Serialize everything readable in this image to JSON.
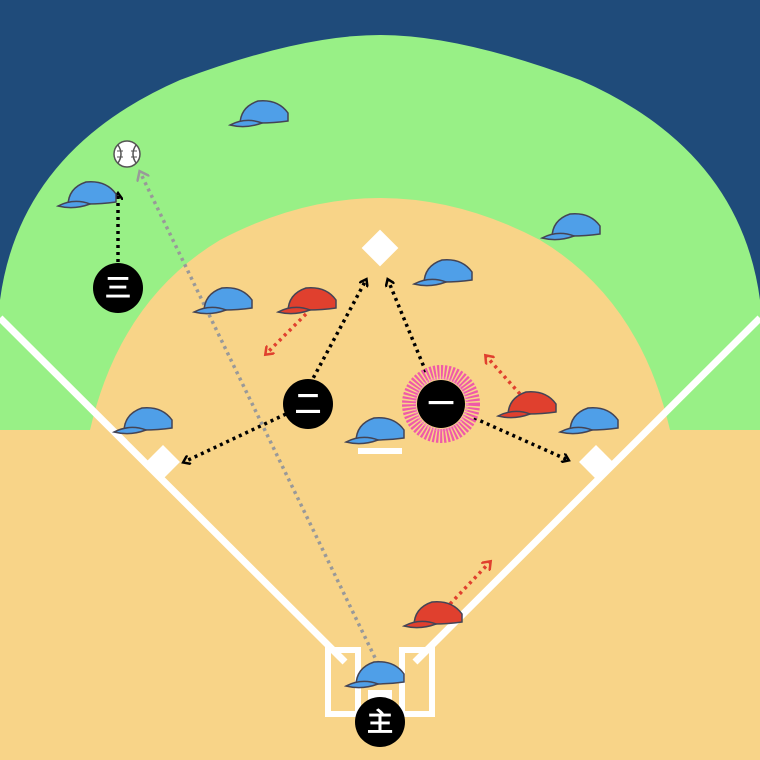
{
  "colors": {
    "sky": "#1f4b7a",
    "outfield_grass": "#98f086",
    "infield_dirt": "#f8d488",
    "chalk_lines": "#ffffff",
    "defense_cap": "#4f9fe8",
    "offense_cap": "#e0402e",
    "umpire_token": "#000000",
    "umpire_text": "#ffffff",
    "move_arrow": "#000000",
    "runner_arrow": "#e0402e",
    "ball_path": "#999999",
    "highlight_ring": "#ef5aa8"
  },
  "icons": {
    "base": "white-diamond",
    "cap": "baseball-cap",
    "ball": "baseball",
    "umpire": "black-circle-token"
  },
  "umpires": {
    "first_base": "一",
    "second_base": "二",
    "third_base": "三",
    "home_plate": "主"
  },
  "highlighted_umpire": "first_base"
}
